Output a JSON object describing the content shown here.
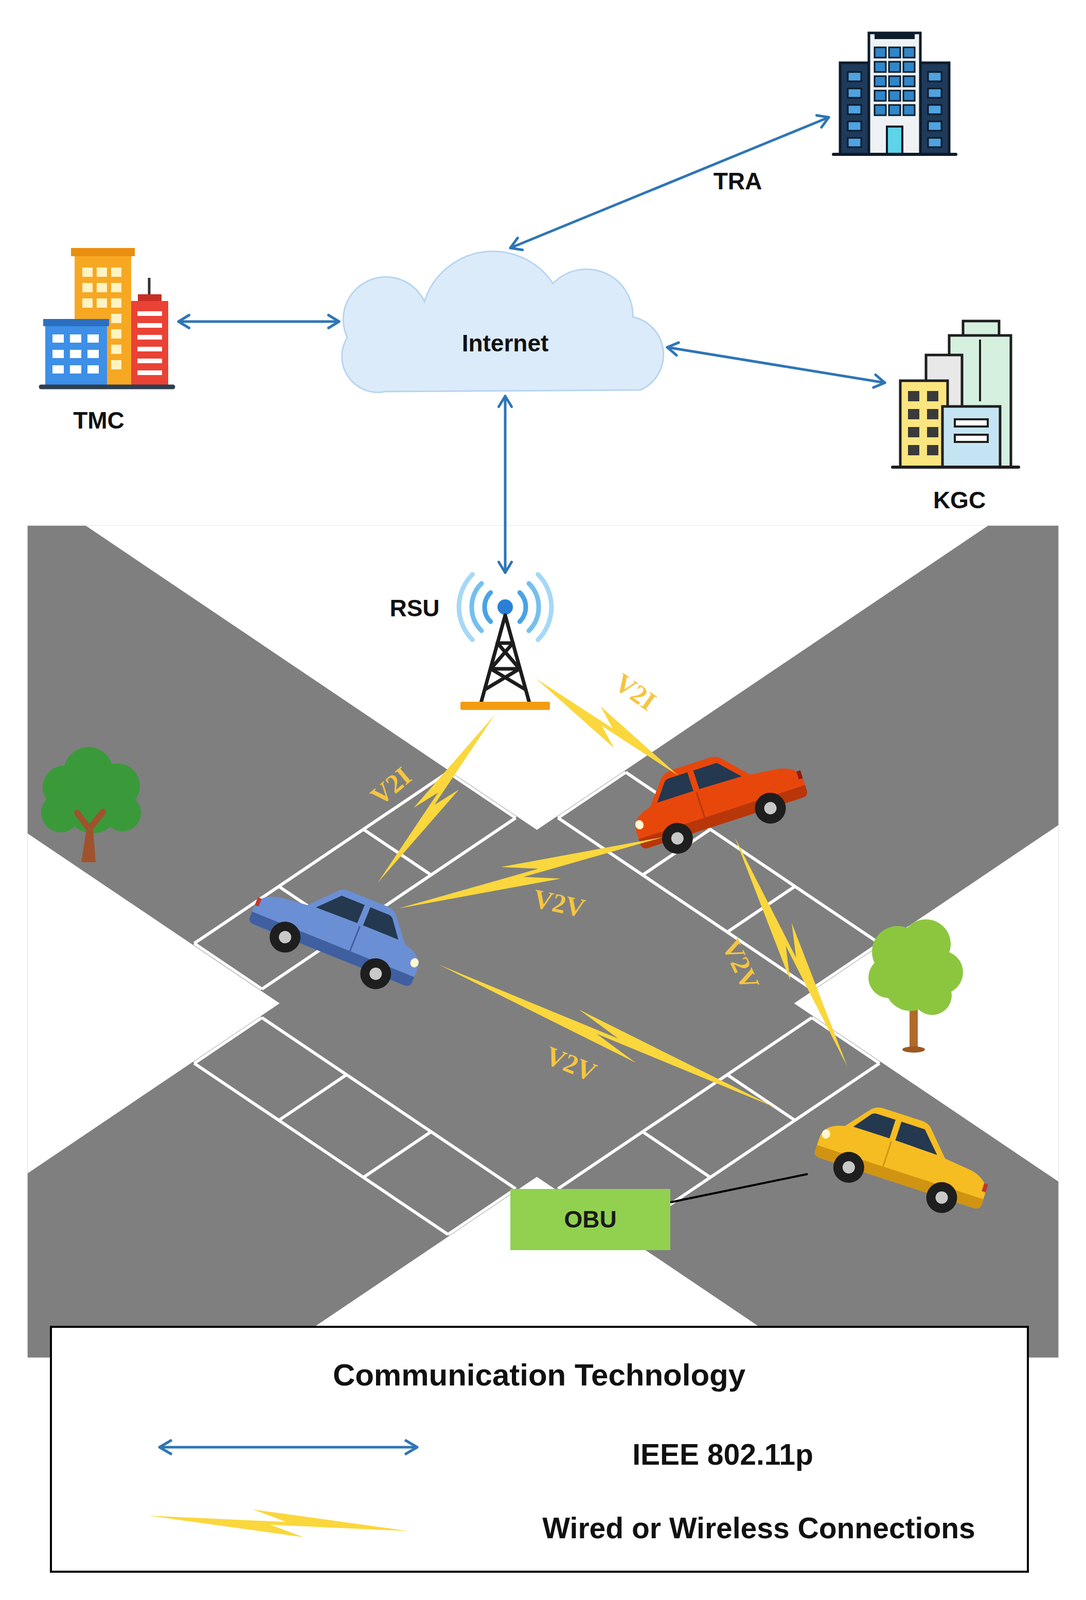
{
  "diagram": {
    "nodes": [
      {
        "text": [
          "TRA"
        ]
      },
      {
        "text": [
          "TMC"
        ]
      },
      {
        "text": [
          "Internet"
        ]
      },
      {
        "text": [
          "KGC"
        ]
      },
      {
        "text": [
          "RSU"
        ]
      },
      {
        "text": [
          "OBU"
        ]
      }
    ],
    "edges": [
      {
        "from": 2,
        "to": 0,
        "arrow": "both"
      },
      {
        "from": 1,
        "to": 2,
        "arrow": "both"
      },
      {
        "from": 2,
        "to": 3,
        "arrow": "both"
      },
      {
        "from": 2,
        "to": 4,
        "arrow": "both"
      }
    ],
    "labels": [
      "V2I",
      "V2I",
      "V2V",
      "V2V",
      "V2V",
      "Communication Technology"
    ],
    "legend": [
      {
        "text": "IEEE 802.11p"
      },
      {
        "text": "Wired or Wireless Connections"
      }
    ]
  }
}
